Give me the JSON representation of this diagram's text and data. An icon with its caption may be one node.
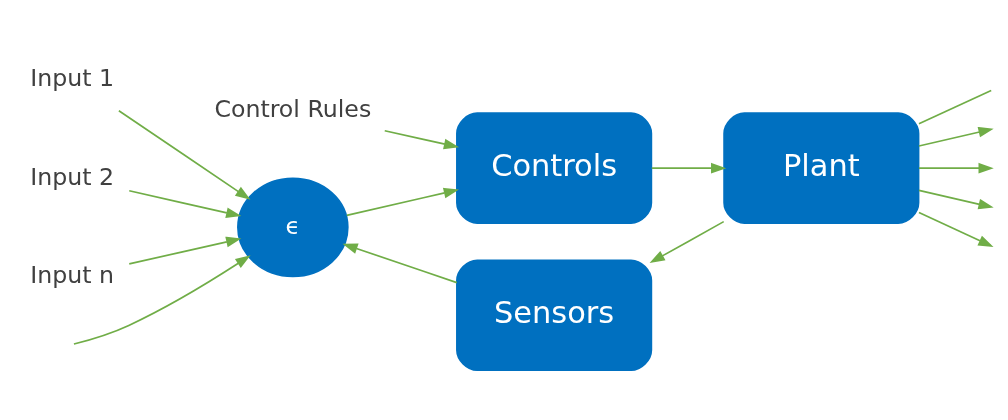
{
  "diagram": {
    "nodes": [
      {
        "text": [
          "Control Rules"
        ]
      },
      {
        "text": [
          "Input 1"
        ]
      },
      {
        "text": [
          "Input 2"
        ]
      },
      {
        "text": [
          "Input n"
        ]
      },
      {
        "text": [
          "ϵ"
        ]
      },
      {
        "text": [
          "Controls"
        ]
      },
      {
        "text": [
          "Plant"
        ]
      },
      {
        "text": [
          "Sensors"
        ]
      }
    ],
    "edges": [
      {
        "from": 0,
        "to": 5,
        "arrow": "to"
      },
      {
        "from": 1,
        "to": 4,
        "arrow": "to"
      },
      {
        "from": 2,
        "to": 4,
        "arrow": "to"
      },
      {
        "from": null,
        "to": 4,
        "arrow": "to"
      },
      {
        "from": 3,
        "to": 4,
        "arrow": "to"
      },
      {
        "from": 4,
        "to": 5,
        "arrow": "to"
      },
      {
        "from": 5,
        "to": 6,
        "arrow": "to"
      },
      {
        "from": 6,
        "to": null,
        "arrow": "none"
      },
      {
        "from": 6,
        "to": null,
        "arrow": "to"
      },
      {
        "from": 6,
        "to": null,
        "arrow": "to"
      },
      {
        "from": 6,
        "to": null,
        "arrow": "to"
      },
      {
        "from": 6,
        "to": null,
        "arrow": "to"
      },
      {
        "from": 6,
        "to": 7,
        "arrow": "to"
      },
      {
        "from": 7,
        "to": 4,
        "arrow": "to"
      }
    ]
  }
}
